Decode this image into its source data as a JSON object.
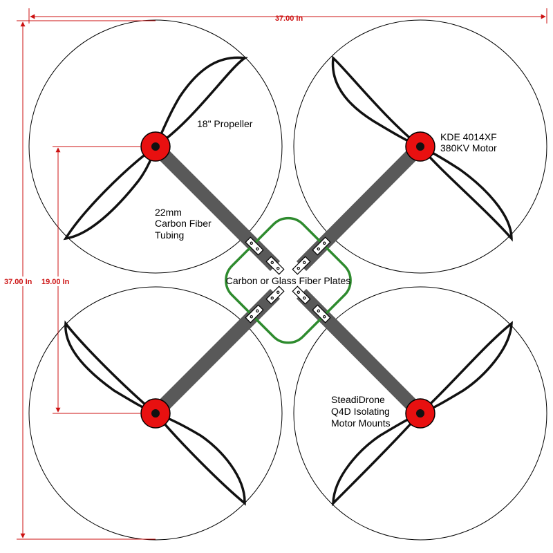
{
  "dimensions": {
    "overall_width": "37.00 In",
    "overall_height": "37.00 In",
    "motor_spacing": "19.00 In"
  },
  "labels": {
    "propeller": "18\" Propeller",
    "motor_line1": "KDE 4014XF",
    "motor_line2": "380KV Motor",
    "tubing_line1": "22mm",
    "tubing_line2": "Carbon Fiber",
    "tubing_line3": "Tubing",
    "plates": "Carbon or Glass Fiber Plates",
    "mounts_line1": "SteadiDrone",
    "mounts_line2": "Q4D Isolating",
    "mounts_line3": "Motor Mounts"
  },
  "colors": {
    "motor": "#e81010",
    "arm": "#595959",
    "plate": "#2e8b2e",
    "dimension": "#cc1111"
  }
}
